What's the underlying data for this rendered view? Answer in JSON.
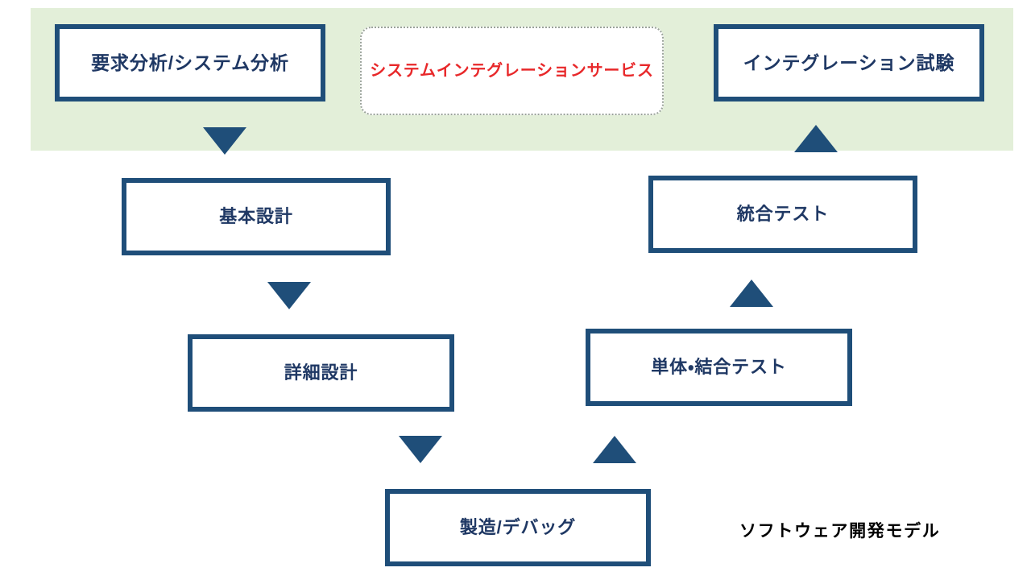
{
  "diagram": {
    "caption": "ソフトウェア開発モデル",
    "colors": {
      "box_border": "#1F4E79",
      "box_text": "#1F3864",
      "band_green": "#E3EFD9",
      "callout_text": "#E8282A",
      "callout_border": "#9AA29A",
      "arrow": "#1F4E79",
      "caption_text": "#000000"
    },
    "band": {
      "name": "top-phase-highlight-band"
    },
    "nodes": [
      {
        "id": "req",
        "label": "要求分析/システム分析",
        "column": "left",
        "level": 1
      },
      {
        "id": "service",
        "label": "システムインテグレーションサービス",
        "column": "center",
        "level": 1
      },
      {
        "id": "inttest",
        "label": "インテグレーション試験",
        "column": "right",
        "level": 1
      },
      {
        "id": "basic",
        "label": "基本設計",
        "column": "left",
        "level": 2
      },
      {
        "id": "detail",
        "label": "詳細設計",
        "column": "left",
        "level": 3
      },
      {
        "id": "build",
        "label": "製造/デバッグ",
        "column": "center",
        "level": 4
      },
      {
        "id": "unit",
        "label": "単体・結合テスト",
        "column": "right",
        "level": 3
      },
      {
        "id": "integ",
        "label": "統合テスト",
        "column": "right",
        "level": 2
      }
    ],
    "arrows": [
      {
        "id": "req-basic",
        "direction": "down",
        "from": "要求分析/システム分析",
        "to": "基本設計"
      },
      {
        "id": "basic-detail",
        "direction": "down",
        "from": "基本設計",
        "to": "詳細設計"
      },
      {
        "id": "detail-build",
        "direction": "down",
        "from": "詳細設計",
        "to": "製造/デバッグ"
      },
      {
        "id": "build-unit",
        "direction": "up",
        "from": "製造/デバッグ",
        "to": "単体・結合テスト"
      },
      {
        "id": "unit-integ",
        "direction": "up",
        "from": "単体・結合テスト",
        "to": "統合テスト"
      },
      {
        "id": "integ-inttest",
        "direction": "up",
        "from": "統合テスト",
        "to": "インテグレーション試験"
      }
    ]
  }
}
